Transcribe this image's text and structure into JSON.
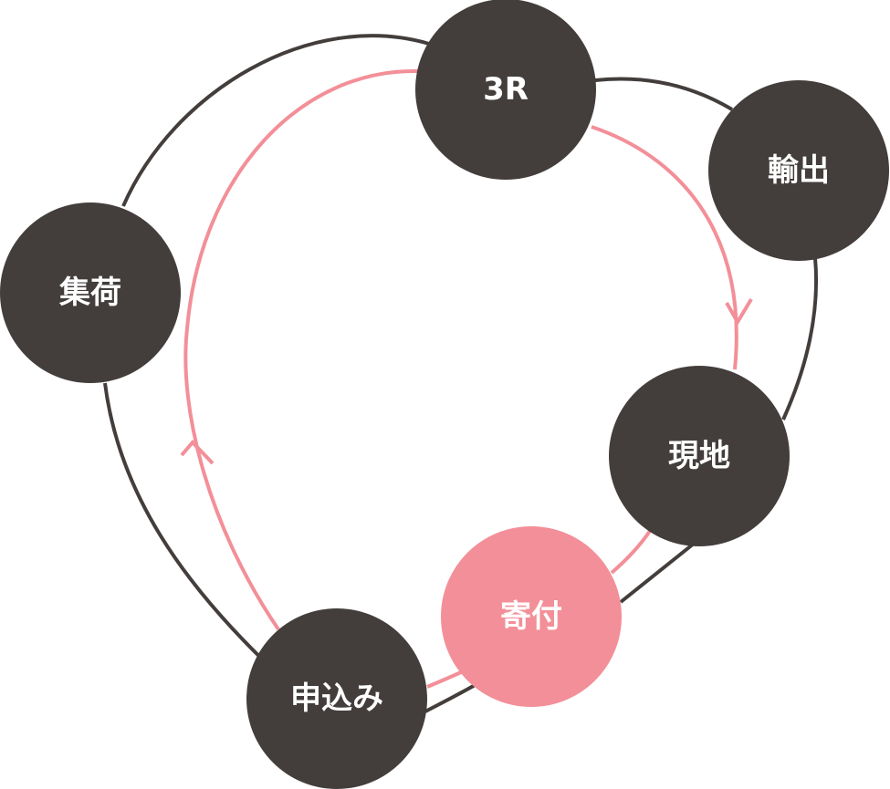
{
  "diagram": {
    "type": "cycle",
    "colors": {
      "node_dark": "#433e3c",
      "node_highlight": "#f38f98",
      "outer_loop": "#433e3c",
      "inner_loop": "#f38f98",
      "label_text": "#ffffff",
      "background": "#ffffff"
    },
    "nodes": [
      {
        "id": "recycle",
        "label": "3R",
        "style": "dark"
      },
      {
        "id": "export",
        "label": "輸出",
        "style": "dark"
      },
      {
        "id": "collection",
        "label": "集荷",
        "style": "dark"
      },
      {
        "id": "local",
        "label": "現地",
        "style": "dark"
      },
      {
        "id": "donation",
        "label": "寄付",
        "style": "highlight"
      },
      {
        "id": "application",
        "label": "申込み",
        "style": "dark"
      }
    ],
    "outer_loop_order": [
      "application",
      "collection",
      "recycle",
      "export",
      "local",
      "donation",
      "application"
    ],
    "inner_loop_order": [
      "application",
      "recycle",
      "local",
      "donation",
      "application"
    ],
    "inner_loop_arrows": [
      "up-left-side",
      "down-right-side"
    ]
  }
}
